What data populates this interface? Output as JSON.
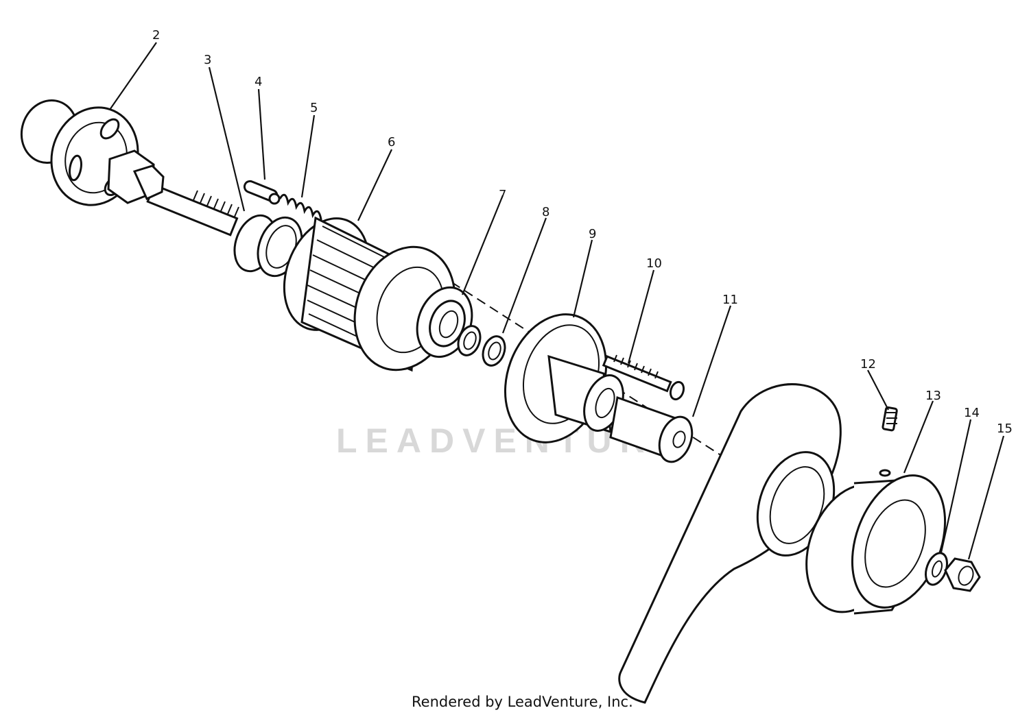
{
  "callouts": {
    "c2": "2",
    "c3": "3",
    "c4": "4",
    "c5": "5",
    "c6": "6",
    "c7": "7",
    "c8": "8",
    "c9": "9",
    "c10": "10",
    "c11": "11",
    "c12": "12",
    "c13": "13",
    "c14": "14",
    "c15": "15"
  },
  "watermark": "LEADVENTURE",
  "footer": "Rendered by LeadVenture, Inc."
}
